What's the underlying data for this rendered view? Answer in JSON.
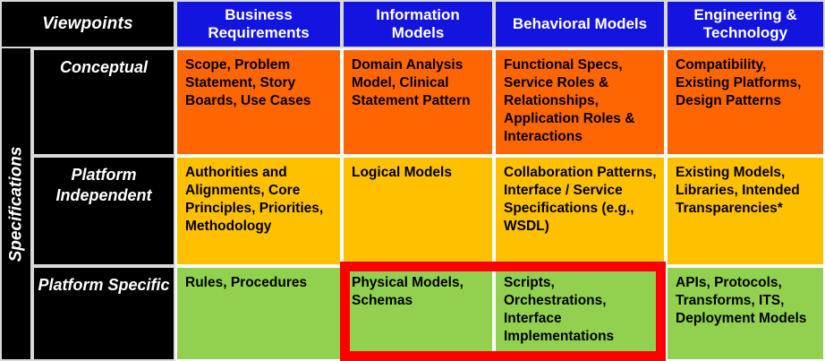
{
  "matrix": {
    "corner_label": "Viewpoints",
    "row_axis_label": "Specifications",
    "columns": [
      {
        "id": "business-requirements",
        "label": "Business Requirements"
      },
      {
        "id": "information-models",
        "label": "Information Models"
      },
      {
        "id": "behavioral-models",
        "label": "Behavioral Models"
      },
      {
        "id": "engineering-technology",
        "label": "Engineering & Technology"
      }
    ],
    "rows": [
      {
        "id": "conceptual",
        "label": "Conceptual",
        "band_color": "#FF6600",
        "cells": [
          "Scope, Problem Statement, Story Boards, Use Cases",
          "Domain Analysis Model, Clinical Statement Pattern",
          "Functional Specs, Service Roles & Relationships, Application Roles & Interactions",
          "Compatibility, Existing Platforms, Design Patterns"
        ]
      },
      {
        "id": "platform-independent",
        "label": "Platform Independent",
        "band_color": "#FFC000",
        "cells": [
          "Authorities and Alignments,  Core Principles, Priorities, Methodology",
          "Logical Models",
          "Collaboration Patterns, Interface / Service Specifications (e.g., WSDL)",
          "Existing Models, Libraries, Intended Transparencies*"
        ]
      },
      {
        "id": "platform-specific",
        "label": "Platform Specific",
        "band_color": "#92D050",
        "cells": [
          "Rules, Procedures",
          "Physical Models, Schemas",
          "Scripts, Orchestrations, Interface Implementations",
          "APIs, Protocols, Transforms, ITS, Deployment Models"
        ]
      }
    ],
    "highlight": {
      "color": "#FF0000",
      "covers_row": "Platform Specific",
      "covers_columns": [
        "Information Models",
        "Behavioral Models"
      ]
    },
    "colors": {
      "header_blue": "#1414E0",
      "label_black": "#000000",
      "gridline": "#FFFFFF",
      "conceptual_orange": "#FF6600",
      "platform_independent_amber": "#FFC000",
      "platform_specific_green": "#92D050",
      "highlight_red": "#FF0000"
    }
  }
}
